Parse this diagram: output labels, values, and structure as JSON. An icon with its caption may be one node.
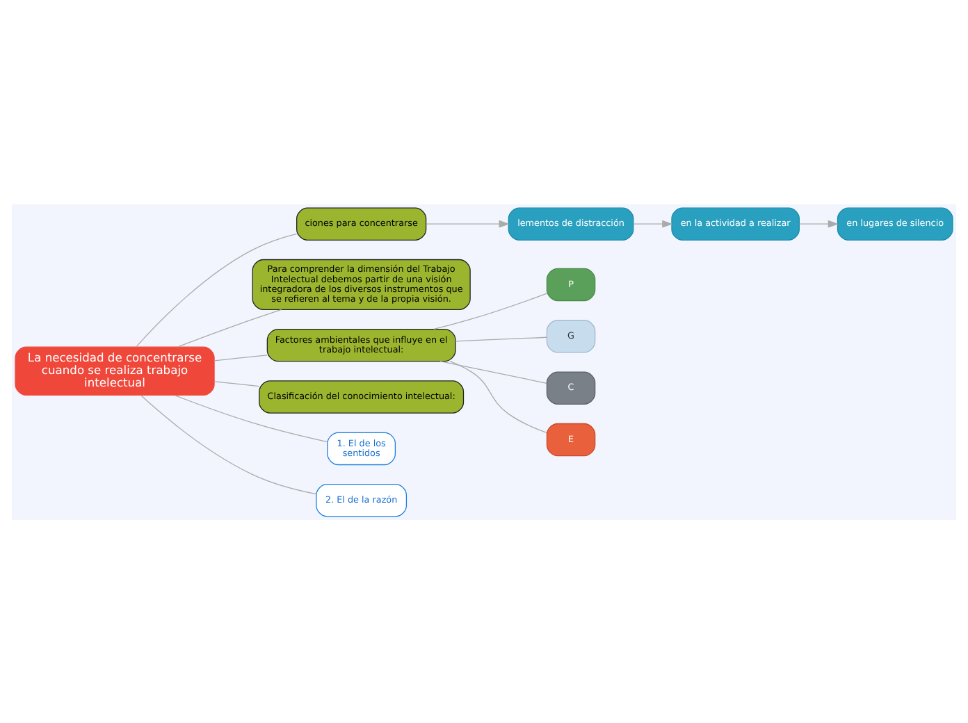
{
  "diagram": {
    "nodes": [
      {
        "text": [
          "La necesidad de concentrarse cuando se realiza trabajo intelectual"
        ]
      },
      {
        "text": [
          "ciones para concentrarse"
        ]
      },
      {
        "text": [
          "lementos de distracción"
        ]
      },
      {
        "text": [
          "en la actividad a realizar"
        ]
      },
      {
        "text": [
          "en lugares de silencio"
        ]
      },
      {
        "text": [
          "Para comprender la dimensión del Trabajo Intelectual debemos partir de una visión integradora de los diversos instrumentos que se refieren al tema y de la propia visión."
        ]
      },
      {
        "text": [
          "Factores ambientales que influye en el trabajo intelectual:"
        ]
      },
      {
        "text": [
          "P"
        ]
      },
      {
        "text": [
          "G"
        ]
      },
      {
        "text": [
          "C"
        ]
      },
      {
        "text": [
          "E"
        ]
      },
      {
        "text": [
          "Clasificación del conocimiento intelectual:"
        ]
      },
      {
        "text": [
          "1. El de los sentidos"
        ]
      },
      {
        "text": [
          "2. El de la razón"
        ]
      }
    ],
    "edges": [
      {
        "from": 0,
        "to": 1,
        "arrow": "none"
      },
      {
        "from": 1,
        "to": 2,
        "arrow": "to"
      },
      {
        "from": 2,
        "to": 3,
        "arrow": "to"
      },
      {
        "from": 3,
        "to": 4,
        "arrow": "to"
      },
      {
        "from": 0,
        "to": 5,
        "arrow": "none"
      },
      {
        "from": 0,
        "to": 6,
        "arrow": "none"
      },
      {
        "from": 6,
        "to": 7,
        "arrow": "none"
      },
      {
        "from": 6,
        "to": 8,
        "arrow": "none"
      },
      {
        "from": 6,
        "to": 9,
        "arrow": "none"
      },
      {
        "from": 6,
        "to": 10,
        "arrow": "none"
      },
      {
        "from": 0,
        "to": 11,
        "arrow": "none"
      },
      {
        "from": 0,
        "to": 12,
        "arrow": "none"
      },
      {
        "from": 0,
        "to": 13,
        "arrow": "none"
      }
    ]
  }
}
